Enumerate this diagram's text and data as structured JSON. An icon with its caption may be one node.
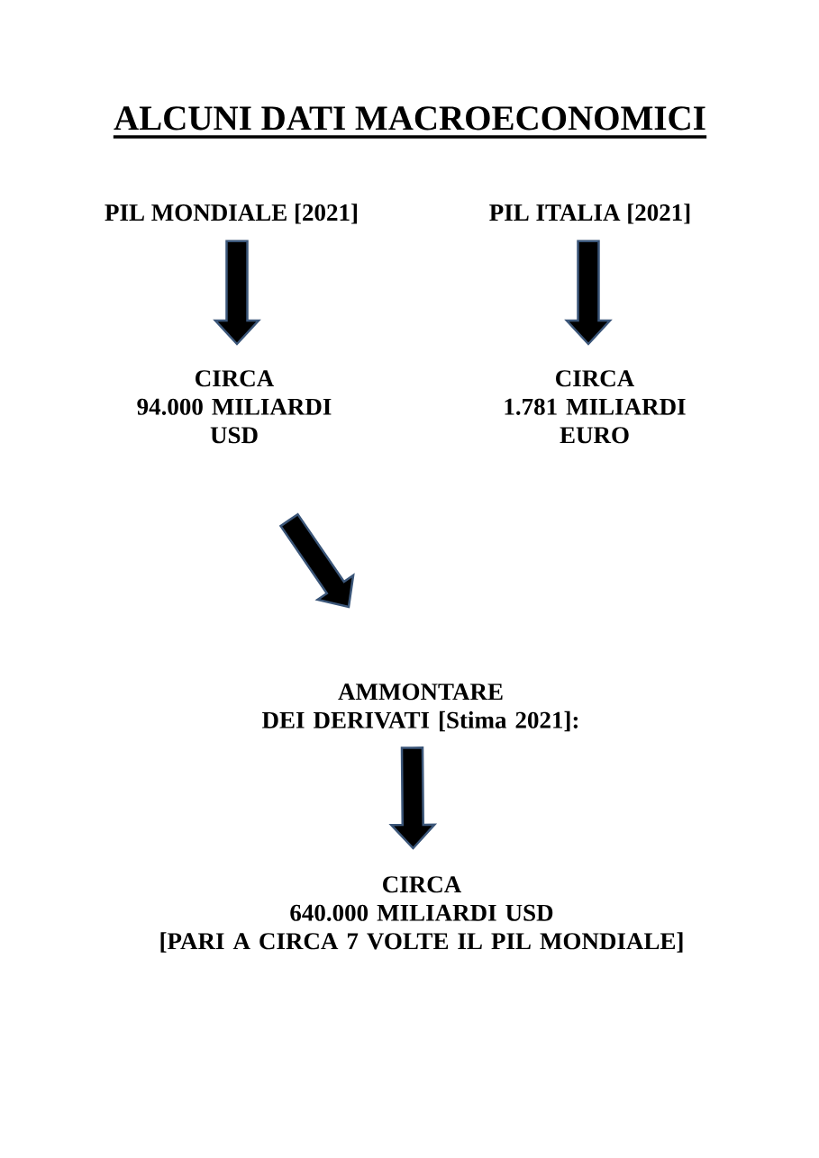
{
  "diagram": {
    "title": "ALCUNI DATI MACROECONOMICI",
    "nodes": [
      {
        "text": [
          "PIL MONDIALE [2021]"
        ]
      },
      {
        "text": [
          "PIL ITALIA [2021]"
        ]
      },
      {
        "text": [
          "CIRCA 94.000 MILIARDI USD"
        ]
      },
      {
        "text": [
          "CIRCA 1.781 MILIARDI EURO"
        ]
      },
      {
        "text": [
          "AMMONTARE DEI DERIVATI [Stima 2021]:"
        ]
      },
      {
        "text": [
          "CIRCA 640.000 MILIARDI USD",
          "[PARI A CIRCA 7 VOLTE IL PIL MONDIALE]"
        ]
      }
    ],
    "edges": [
      {
        "from": 0,
        "to": 2,
        "arrow": "to"
      },
      {
        "from": 1,
        "to": 3,
        "arrow": "to"
      },
      {
        "from": 2,
        "to": 4,
        "arrow": "to"
      },
      {
        "from": 4,
        "to": 5,
        "arrow": "to"
      }
    ]
  }
}
